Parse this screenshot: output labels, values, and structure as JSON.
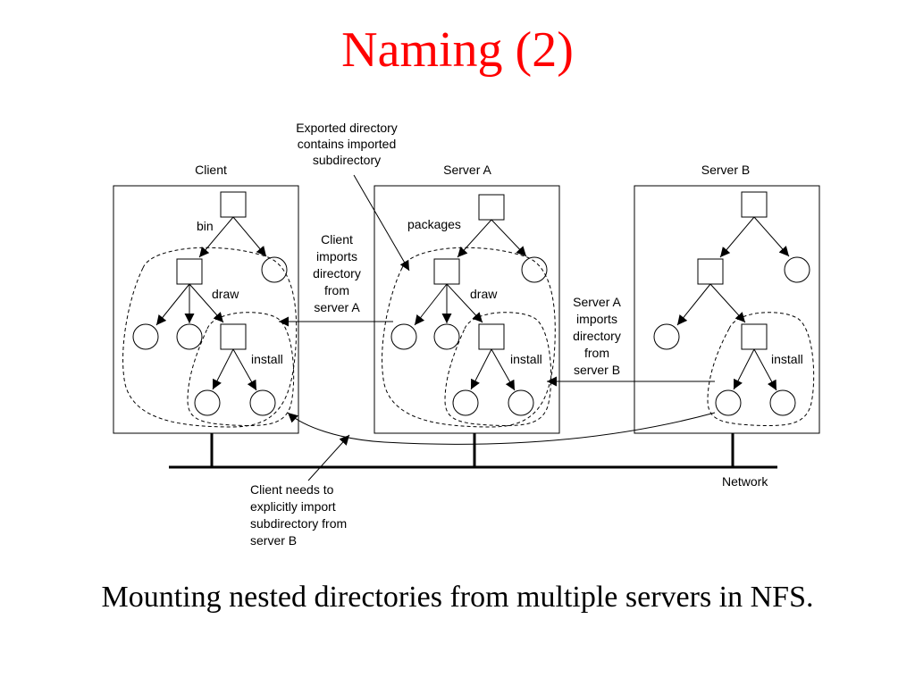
{
  "slide": {
    "title": "Naming (2)",
    "caption": "Mounting nested directories from multiple servers in NFS."
  },
  "diagram": {
    "machines": {
      "client": "Client",
      "server_a": "Server A",
      "server_b": "Server B"
    },
    "node_labels": {
      "bin": "bin",
      "packages": "packages",
      "draw_client": "draw",
      "draw_server_a": "draw",
      "install_client": "install",
      "install_server_a": "install",
      "install_server_b": "install"
    },
    "network_label": "Network",
    "annotations": {
      "exported": [
        "Exported directory",
        "contains imported",
        "subdirectory"
      ],
      "client_imports": [
        "Client",
        "imports",
        "directory",
        "from",
        "server A"
      ],
      "server_a_imports": [
        "Server A",
        "imports",
        "directory",
        "from",
        "server B"
      ],
      "client_needs": [
        "Client needs to",
        "explicitly import",
        "subdirectory from",
        "server B"
      ]
    }
  }
}
